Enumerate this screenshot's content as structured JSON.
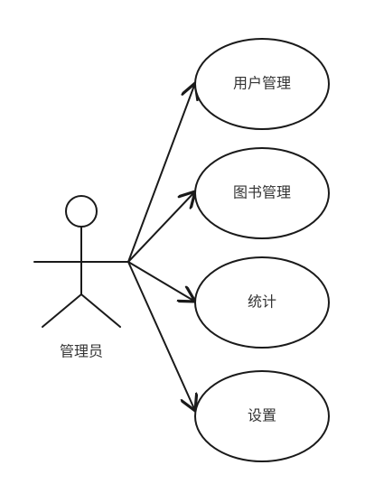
{
  "diagram": {
    "actor": {
      "name": "管理员"
    },
    "use_cases": [
      {
        "label": "用户管理"
      },
      {
        "label": "图书管理"
      },
      {
        "label": "统计"
      },
      {
        "label": "设置"
      }
    ]
  }
}
